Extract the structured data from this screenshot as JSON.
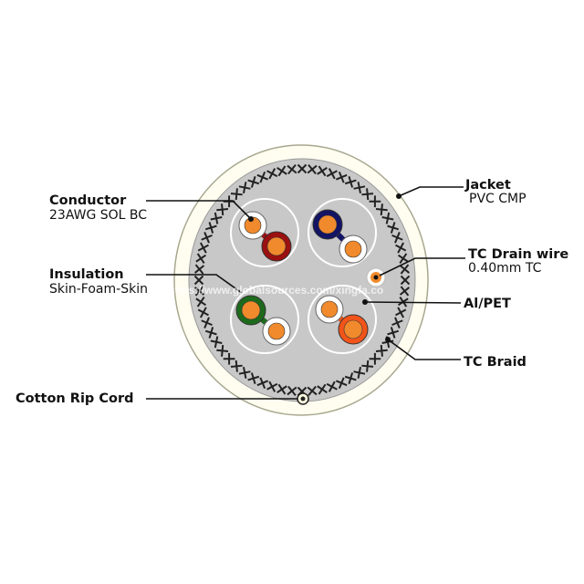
{
  "labels": {
    "conductor": {
      "title": "Conductor",
      "spec": "23AWG SOL BC"
    },
    "insulation": {
      "title": "Insulation",
      "spec": "Skin-Foam-Skin"
    },
    "rip_cord": {
      "title": "Cotton Rip Cord"
    },
    "jacket": {
      "title": "Jacket",
      "spec": "PVC CMP"
    },
    "drain_wire": {
      "title": "TC Drain wire",
      "spec": "0.40mm TC"
    },
    "shield": {
      "title": "Al/PET"
    },
    "braid": {
      "title": "TC Braid"
    }
  },
  "watermark": "https://www.globalsources.com/xingfa.co",
  "colors": {
    "jacket": "#fffdf0",
    "core": "#c8c8c8",
    "copper": "#f08a2c",
    "pair_brown": "#9b1010",
    "pair_blue": "#141464",
    "pair_green": "#1d6a1d",
    "pair_orange": "#f2541a"
  }
}
